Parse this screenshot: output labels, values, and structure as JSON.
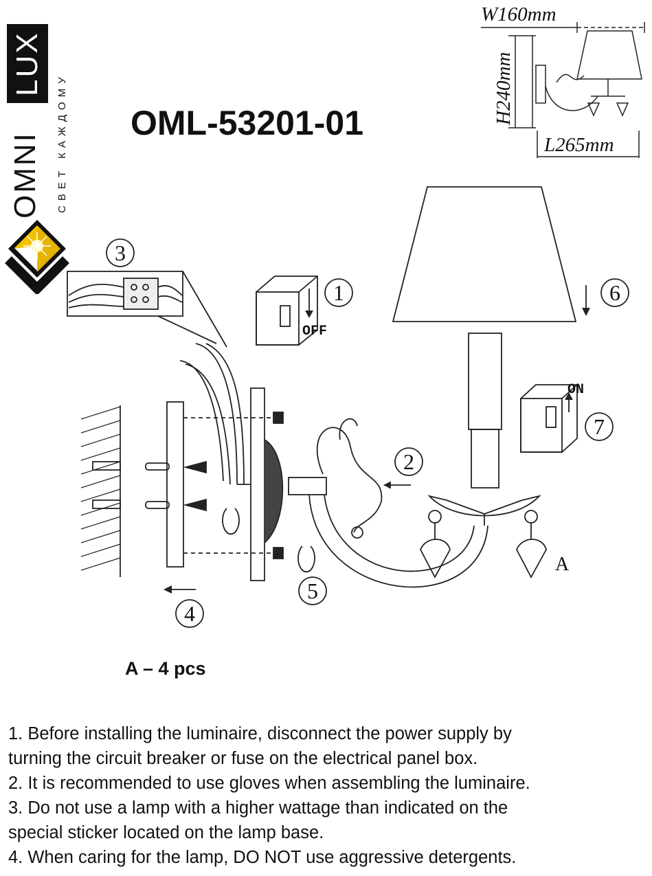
{
  "brand": {
    "name_part1": "OMNI",
    "name_part2": "LUX",
    "tagline": "СВЕТ КАЖДОМУ",
    "logo_icon": "sun-diamond-icon"
  },
  "model": "OML-53201-01",
  "dimensions": {
    "width": "W160mm",
    "height": "H240mm",
    "length": "L265mm"
  },
  "steps": [
    "1",
    "2",
    "3",
    "4",
    "5",
    "6",
    "7"
  ],
  "switch_labels": {
    "off": "OFF",
    "on": "ON"
  },
  "part_label": "A",
  "quantity": "A – 4 pcs",
  "instructions": {
    "line1": "1. Before installing the luminaire, disconnect the power supply by",
    "line2": "turning the circuit breaker or fuse on the electrical panel box.",
    "line3": "2. It is recommended to use gloves when assembling the luminaire.",
    "line4": "3. Do not use a lamp with a higher wattage than indicated on the",
    "line5": "special sticker located on the lamp base.",
    "line6": "4. When caring for the lamp, DO NOT use aggressive detergents."
  }
}
